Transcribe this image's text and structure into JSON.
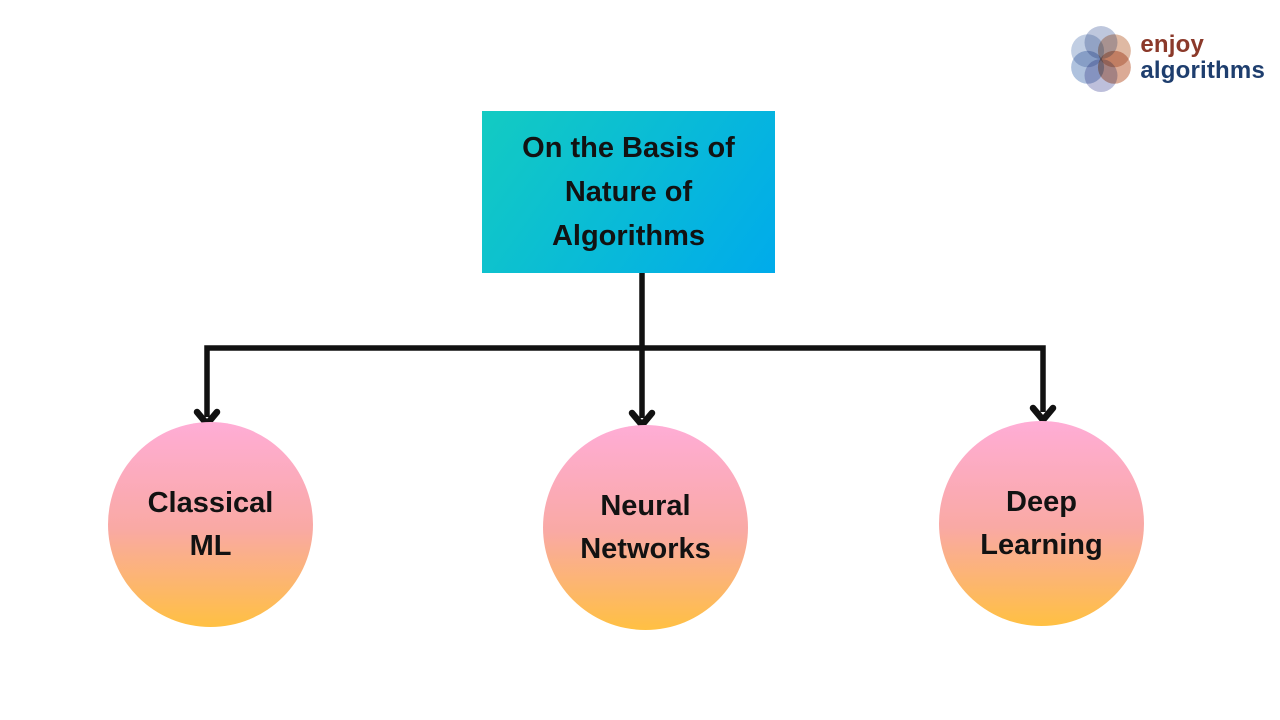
{
  "page": {
    "background_color": "#ffffff"
  },
  "logo": {
    "brand_line1": "enjoy",
    "brand_line2": "algorithms",
    "line1_color": "#8B392A",
    "line2_color": "#1E3E6E",
    "mark": "flower-of-overlapping-circles"
  },
  "diagram": {
    "root": {
      "title_lines": [
        "On the Basis of",
        "Nature of",
        "Algorithms"
      ],
      "gradient_start": "#13CBC2",
      "gradient_end": "#00ABEB",
      "text_color": "#121212"
    },
    "children": [
      {
        "id": "classical-ml",
        "lines": [
          "Classical",
          "ML"
        ]
      },
      {
        "id": "neural-networks",
        "lines": [
          "Neural",
          "Networks"
        ]
      },
      {
        "id": "deep-learning",
        "lines": [
          "Deep",
          "Learning"
        ]
      }
    ],
    "child_gradient_top": "#FFADD6",
    "child_gradient_mid": "#F9A9A4",
    "child_gradient_bottom": "#FFC043",
    "connector_color": "#111111"
  }
}
